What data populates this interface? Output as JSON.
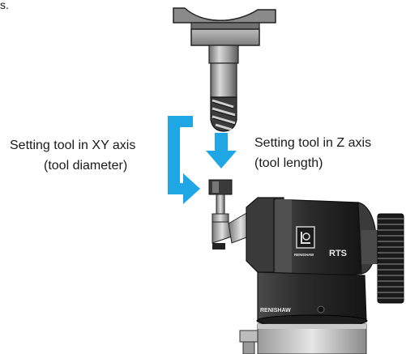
{
  "page": {
    "corner_text": "s."
  },
  "labels": {
    "xy_line1": "Setting tool in XY axis",
    "xy_line2": "(tool diameter)",
    "z_line1": "Setting tool in Z axis",
    "z_line2": "(tool length)"
  },
  "brand": {
    "badge_model": "RTS",
    "logo_text": "RENISHAW",
    "base_text": "RENISHAW"
  },
  "colors": {
    "arrow_blue": "#1ea7e4",
    "body_dark": "#2a2a2a",
    "spindle_gray": "#8a8a8a"
  }
}
